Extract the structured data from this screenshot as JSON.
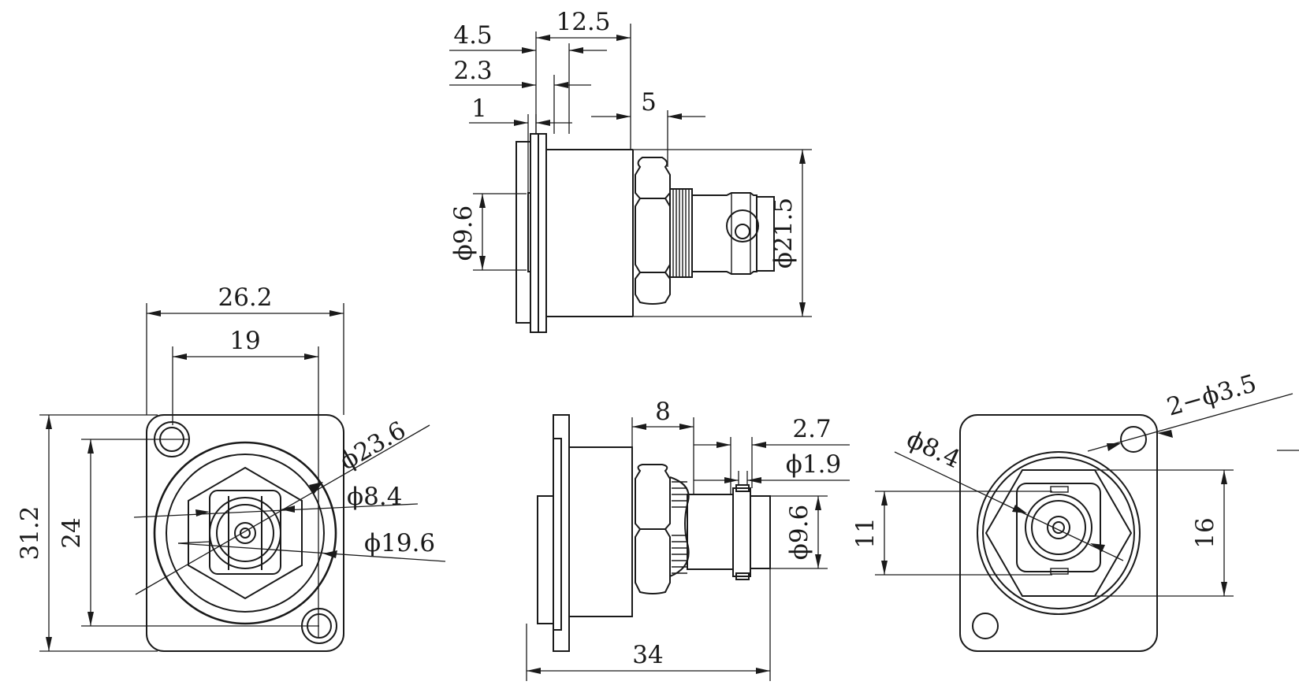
{
  "drawing": {
    "colors": {
      "line": "#1a1a1a",
      "background": "#ffffff"
    },
    "side_top": {
      "d_12_5": "12.5",
      "d_4_5": "4.5",
      "d_2_3": "2.3",
      "d_1": "1",
      "d_5": "5",
      "d_phi9_6": "ϕ9.6",
      "d_phi21_5": "ϕ21.5"
    },
    "front_left": {
      "d_26_2": "26.2",
      "d_19": "19",
      "d_31_2": "31.2",
      "d_24": "24",
      "d_phi23_6": "ϕ23.6",
      "d_phi8_4": "ϕ8.4",
      "d_phi19_6": "ϕ19.6"
    },
    "side_bottom": {
      "d_8": "8",
      "d_2_7": "2.7",
      "d_phi1_9": "ϕ1.9",
      "d_phi9_6": "ϕ9.6",
      "d_34": "34"
    },
    "rear_right": {
      "d_2_phi3_5": "2−ϕ3.5",
      "d_phi8_4": "ϕ8.4",
      "d_11": "11",
      "d_16": "16"
    }
  }
}
